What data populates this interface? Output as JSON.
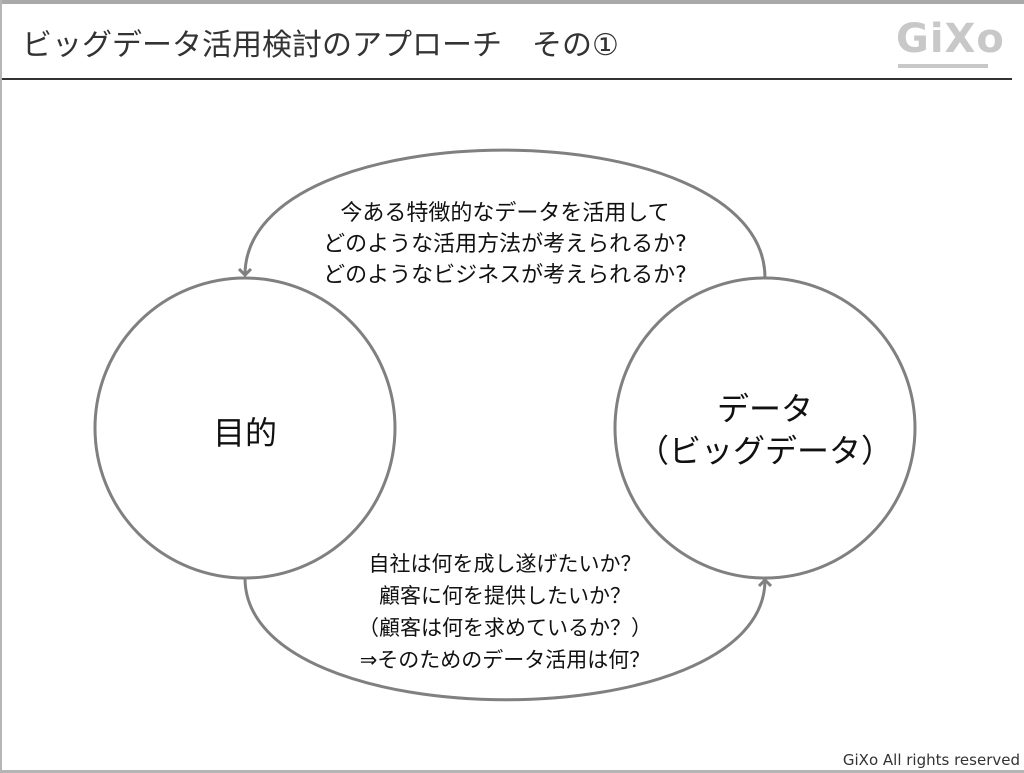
{
  "header": {
    "title": "ビッグデータ活用検討のアプローチ　その①",
    "logo": "GiXo"
  },
  "diagram": {
    "left_circle": "目的",
    "right_circle": [
      "データ",
      "（ビッグデータ）"
    ],
    "top_arrow_text": [
      "今ある特徴的なデータを活用して",
      "どのような活用方法が考えられるか?",
      "どのようなビジネスが考えられるか?"
    ],
    "bottom_arrow_text": [
      "自社は何を成し遂げたいか？",
      "顧客に何を提供したいか？",
      "（顧客は何を求めているか？）",
      "⇒そのためのデータ活用は何？"
    ]
  },
  "footer": {
    "copyright": "GiXo All rights reserved"
  },
  "colors": {
    "stroke": "#808080",
    "title": "#333333"
  }
}
